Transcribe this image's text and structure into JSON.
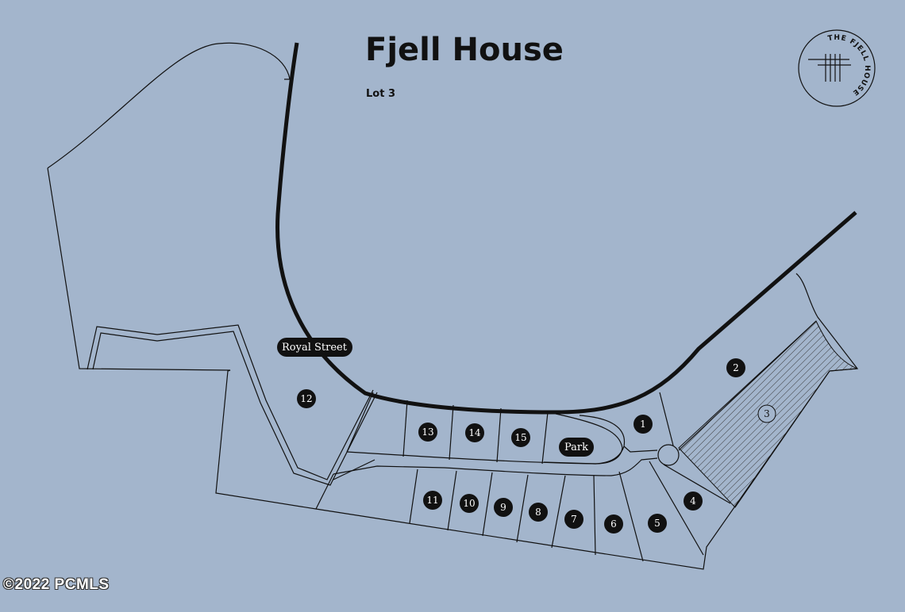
{
  "header": {
    "title": "Fjell House",
    "subtitle": "Lot 3"
  },
  "logo": {
    "text": "THE FJELL HOUSE",
    "icon": "house-logo-icon"
  },
  "map": {
    "street_label": "Royal Street",
    "park_label": "Park",
    "highlighted_lot": "3",
    "lots": [
      "1",
      "2",
      "4",
      "5",
      "6",
      "7",
      "8",
      "9",
      "10",
      "11",
      "12",
      "13",
      "14",
      "15"
    ]
  },
  "footer": {
    "copyright": "©2022 PCMLS"
  },
  "colors": {
    "background": "#a3b5cc",
    "line": "#111111",
    "marker": "#111111"
  }
}
